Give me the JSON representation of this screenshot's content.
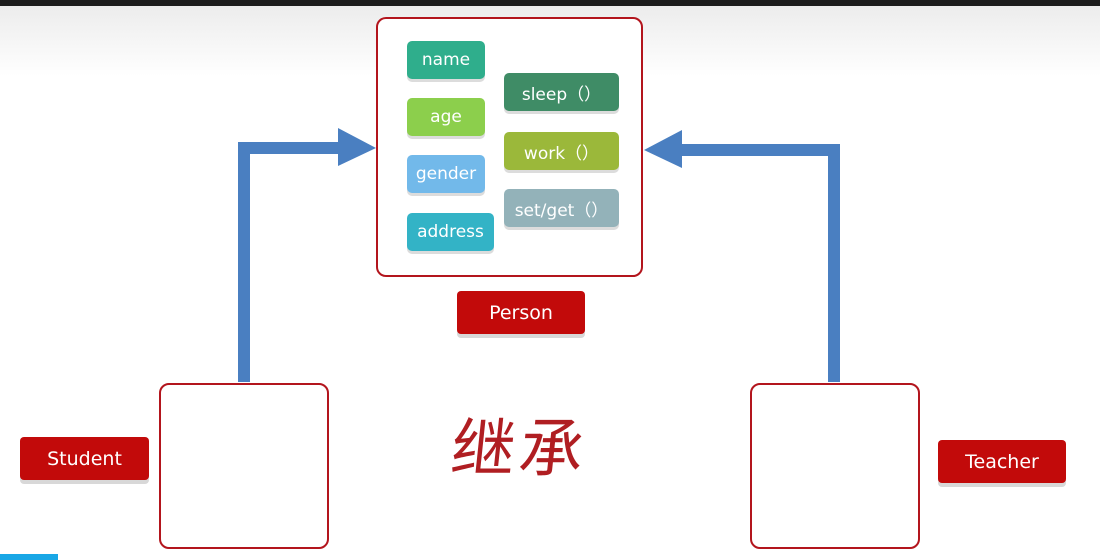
{
  "person": {
    "label": "Person",
    "attributes": [
      {
        "text": "name",
        "color": "#2fae8c"
      },
      {
        "text": "age",
        "color": "#8ccf4c"
      },
      {
        "text": "gender",
        "color": "#72b9ea"
      },
      {
        "text": "address",
        "color": "#33b3c6"
      }
    ],
    "methods": [
      {
        "text": "sleep（）",
        "color": "#3f8c66"
      },
      {
        "text": "work（）",
        "color": "#9bb83a"
      },
      {
        "text": "set/get（）",
        "color": "#93b2b9"
      }
    ]
  },
  "student": {
    "label": "Student"
  },
  "teacher": {
    "label": "Teacher"
  },
  "relation": {
    "text": "继承"
  },
  "colors": {
    "arrow": "#4a7fc1",
    "border": "#b3151d",
    "tag": "#c20a0a"
  }
}
